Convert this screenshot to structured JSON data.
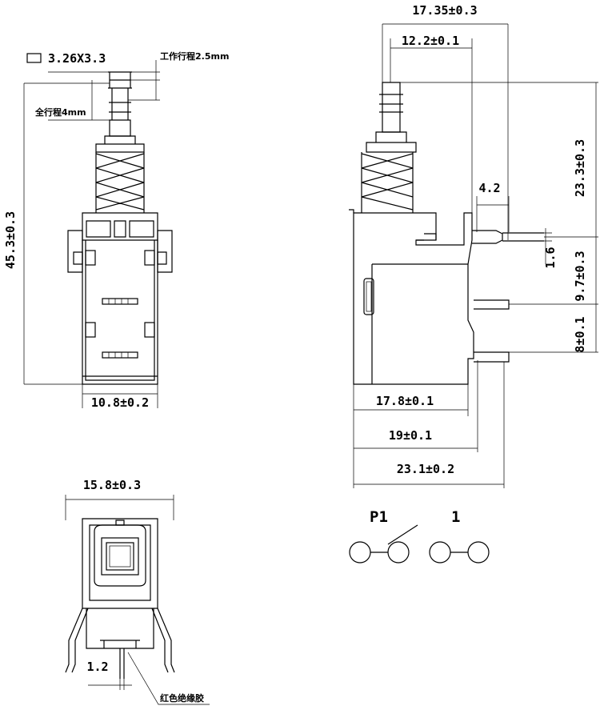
{
  "dimensions": {
    "button_size": "3.26X3.3",
    "work_stroke": "工作行程2.5mm",
    "full_stroke": "全行程4mm",
    "total_height": "45.3±0.3",
    "front_width": "10.8±0.2",
    "side_top_total": "17.35±0.3",
    "side_top_inner": "12.2±0.1",
    "pin_offset": "4.2",
    "upper_height": "23.3±0.3",
    "pin_gap_small": "1.6",
    "pin_spacing_1": "9.7±0.3",
    "pin_spacing_2": "8±0.1",
    "body_width": "17.8±0.1",
    "body_width_2": "19±0.1",
    "overall_width": "23.1±0.2",
    "bottom_width": "15.8±0.3",
    "bottom_pin": "1.2",
    "insulation_note": "红色绝缘胶"
  },
  "schematic": {
    "label_left": "P1",
    "label_right": "1"
  }
}
